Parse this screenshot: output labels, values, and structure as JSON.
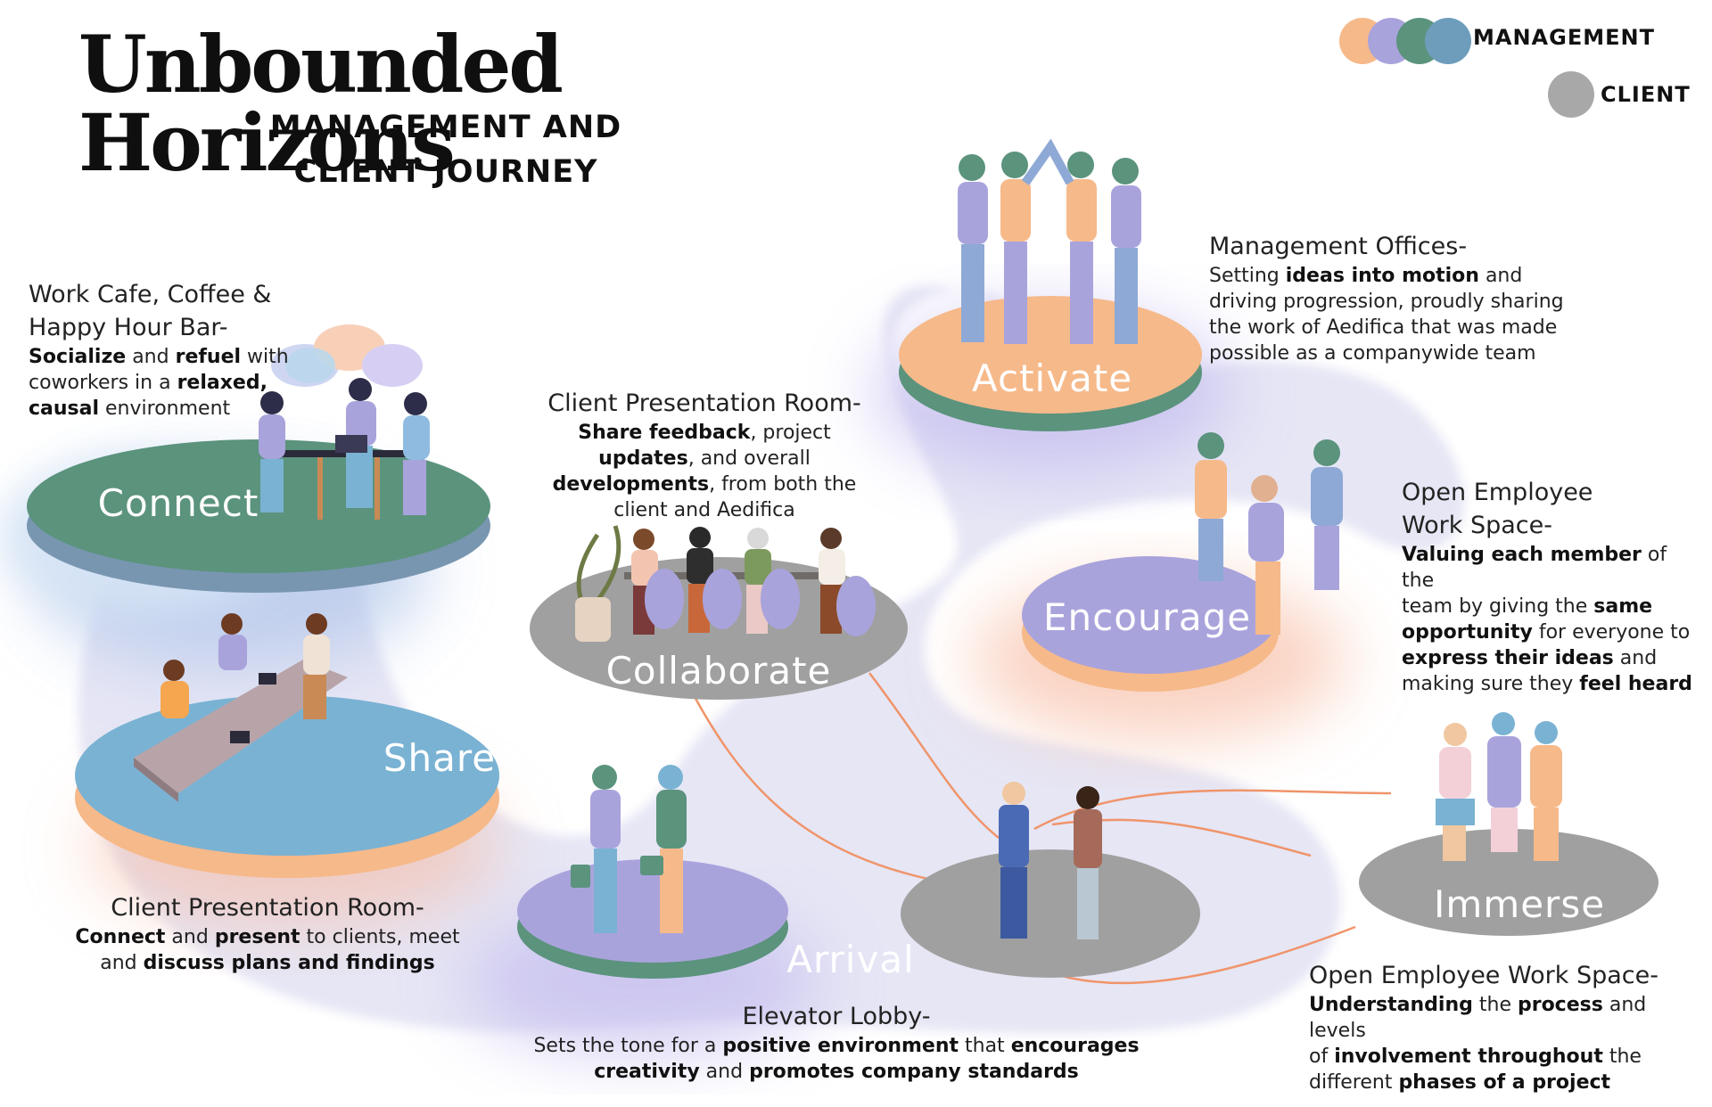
{
  "title": "Unbounded Horizons",
  "subtitle_line1": "MANAGEMENT AND",
  "subtitle_line2": "CLIENT JOURNEY",
  "legend": {
    "management": "MANAGEMENT",
    "client": "CLIENT",
    "management_colors": [
      "#f6b98a",
      "#a9a3dc",
      "#5b937d",
      "#6e9dbc"
    ],
    "client_color": "#a8a8a8"
  },
  "colors": {
    "green": "#5b937d",
    "lavender": "#a9a3dc",
    "peach": "#f6b98a",
    "blue": "#7ab2d3",
    "gray": "#9f9f9f",
    "slate": "#7896b0",
    "connector": "#f0946a",
    "haze": "#dcdcf0"
  },
  "stages": {
    "connect": "Connect",
    "share": "Share",
    "collaborate": "Collaborate",
    "arrival": "Arrival",
    "activate": "Activate",
    "encourage": "Encourage",
    "immerse": "Immerse"
  },
  "descriptions": {
    "connect": {
      "head1": "Work Cafe, Coffee &",
      "head2": "Happy Hour Bar-",
      "b1": "Socialize",
      "t1": " and ",
      "b2": "refuel",
      "t2": " with",
      "t3": "coworkers in a ",
      "b3": "relaxed,",
      "b4": "causal",
      "t4": " environment"
    },
    "collaborate": {
      "head": "Client Presentation Room-",
      "b1": "Share feedback",
      "t1": ", project",
      "b2": "updates",
      "t2": ", and overall",
      "b3": "developments",
      "t3": ", from both the",
      "t4": "client and Aedifica"
    },
    "activate": {
      "head": "Management Offices-",
      "t1": "Setting ",
      "b1": "ideas into motion",
      "t2": " and",
      "t3": "driving progression, proudly sharing",
      "t4": "the work of Aedifica that was made",
      "t5": "possible as a companywide team"
    },
    "encourage": {
      "head1": "Open Employee",
      "head2": "Work Space-",
      "b1": "Valuing each member",
      "t1": " of the",
      "t2": "team by giving the ",
      "b2": "same",
      "b3": "opportunity",
      "t3": " for everyone to",
      "b4": "express their ideas",
      "t4": " and",
      "t5": "making sure they ",
      "b5": "feel heard"
    },
    "share": {
      "head": "Client Presentation Room-",
      "b1": "Connect",
      "t1": " and ",
      "b2": "present",
      "t2": " to clients, meet",
      "t3": "and ",
      "b3": "discuss plans and findings"
    },
    "arrival": {
      "head": "Elevator Lobby-",
      "t1": "Sets the tone for a ",
      "b1": "positive environment",
      "t2": " that ",
      "b2": "encourages",
      "b3": "creativity",
      "t3": " and ",
      "b4": "promotes company standards"
    },
    "immerse": {
      "head": "Open Employee Work Space-",
      "b1": "Understanding",
      "t1": " the ",
      "b2": "process",
      "t2": " and levels",
      "t3": "of ",
      "b3": "involvement throughout",
      "t4": " the",
      "t5": "different ",
      "b4": "phases of a project"
    }
  }
}
